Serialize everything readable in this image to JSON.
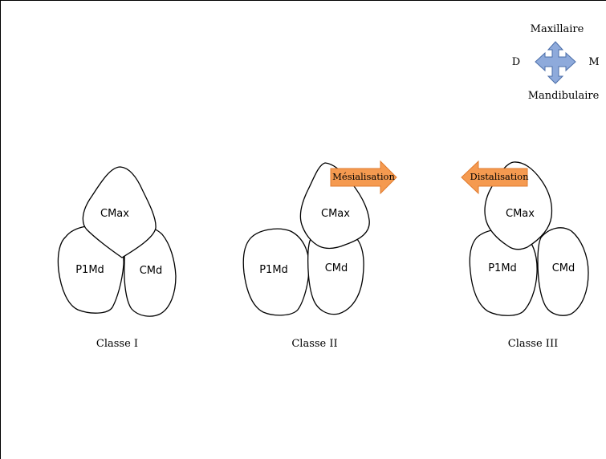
{
  "orientation": {
    "top": "Maxillaire",
    "bottom": "Mandibulaire",
    "left": "D",
    "right": "M",
    "icon": "four-way-arrow-icon",
    "color": "#8eaadb"
  },
  "teeth_labels": {
    "maxillary_canine": "CMax",
    "mandibular_premolar": "P1Md",
    "mandibular_canine": "CMd"
  },
  "classes": [
    {
      "caption": "Classe I"
    },
    {
      "caption": "Classe II",
      "arrow_label": "Mésialisation",
      "arrow_direction": "right"
    },
    {
      "caption": "Classe III",
      "arrow_label": "Distalisation",
      "arrow_direction": "left"
    }
  ],
  "arrow_color": "#f59a50"
}
